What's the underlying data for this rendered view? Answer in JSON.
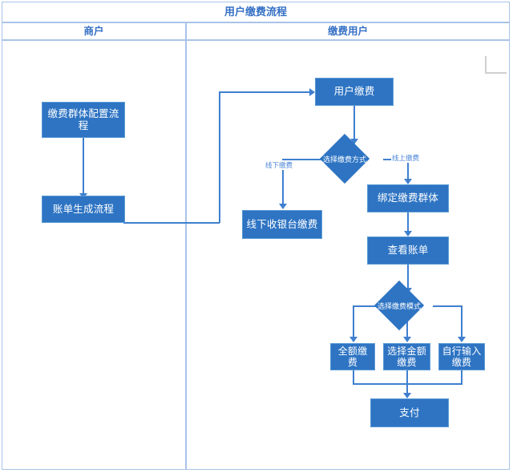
{
  "diagram": {
    "title": "用户缴费流程",
    "lanes": [
      {
        "name": "商户"
      },
      {
        "name": "缴费用户"
      }
    ],
    "nodes": [
      {
        "id": "config",
        "label": "缴费群体配置流程",
        "shape": "process",
        "lane": "商户"
      },
      {
        "id": "bill",
        "label": "账单生成流程",
        "shape": "process",
        "lane": "商户"
      },
      {
        "id": "paystart",
        "label": "用户缴费",
        "shape": "process",
        "lane": "缴费用户"
      },
      {
        "id": "way",
        "label": "选择缴费方式",
        "shape": "decision",
        "lane": "缴费用户"
      },
      {
        "id": "offline",
        "label": "线下收银台缴费",
        "shape": "process",
        "lane": "缴费用户"
      },
      {
        "id": "bind",
        "label": "绑定缴费群体",
        "shape": "process",
        "lane": "缴费用户"
      },
      {
        "id": "viewbill",
        "label": "查看账单",
        "shape": "process",
        "lane": "缴费用户"
      },
      {
        "id": "mode",
        "label": "选择缴费模式",
        "shape": "decision",
        "lane": "缴费用户"
      },
      {
        "id": "full",
        "label": "全额缴费",
        "shape": "process",
        "lane": "缴费用户"
      },
      {
        "id": "choose",
        "label": "选择金额缴费",
        "shape": "process",
        "lane": "缴费用户"
      },
      {
        "id": "manual",
        "label": "自行输入缴费",
        "shape": "process",
        "lane": "缴费用户"
      },
      {
        "id": "pay",
        "label": "支付",
        "shape": "process",
        "lane": "缴费用户"
      }
    ],
    "edge_labels": {
      "offline_branch": "线下缴费",
      "online_branch": "线上缴费"
    },
    "colors": {
      "node_fill": "#2e74c3",
      "node_border": "#5b9bd5",
      "connector": "#3f7fd0",
      "lane_border": "#a9c3e8",
      "header_text": "#3570c5",
      "edge_label_text": "#4a86d6"
    }
  }
}
